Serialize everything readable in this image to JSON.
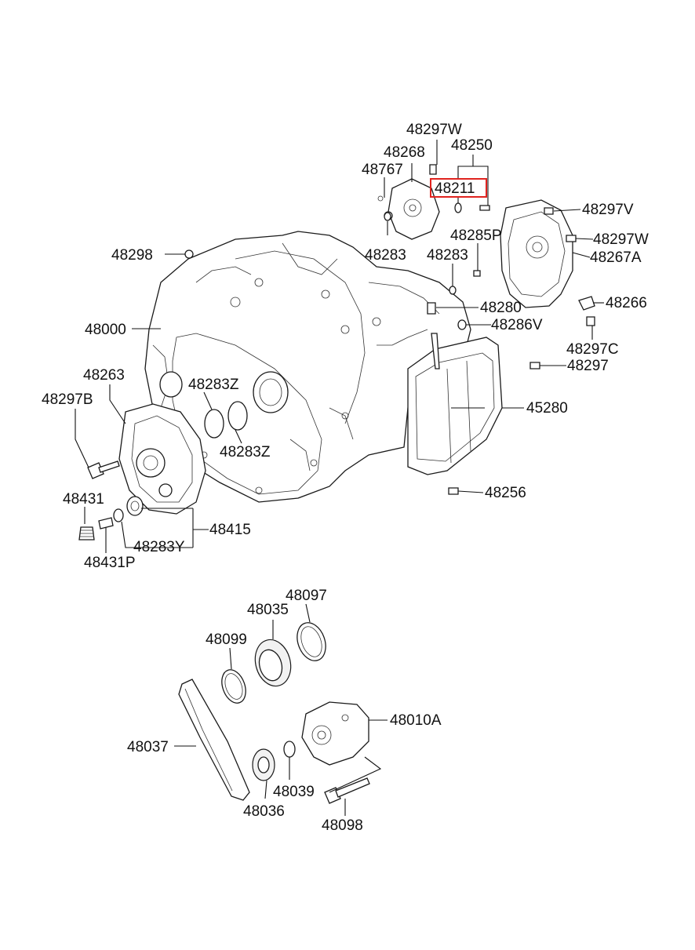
{
  "highlight": {
    "part": "48211",
    "color": "#e0231f"
  },
  "labels": {
    "p48297W_top": "48297W",
    "p48250": "48250",
    "p48268": "48268",
    "p48767": "48767",
    "p48211": "48211",
    "p48297V": "48297V",
    "p48285P": "48285P",
    "p48297W_right": "48297W",
    "p48267A": "48267A",
    "p48298": "48298",
    "p48283_a": "48283",
    "p48283_b": "48283",
    "p48280": "48280",
    "p48266": "48266",
    "p48286V": "48286V",
    "p48000": "48000",
    "p48297C": "48297C",
    "p48297": "48297",
    "p48263": "48263",
    "p48283Z_a": "48283Z",
    "p48297B": "48297B",
    "p45280": "45280",
    "p48283Z_b": "48283Z",
    "p48256": "48256",
    "p48431": "48431",
    "p48415": "48415",
    "p48283Y": "48283Y",
    "p48431P": "48431P",
    "p48097": "48097",
    "p48035": "48035",
    "p48099": "48099",
    "p48010A": "48010A",
    "p48037": "48037",
    "p48039": "48039",
    "p48036": "48036",
    "p48098": "48098"
  }
}
